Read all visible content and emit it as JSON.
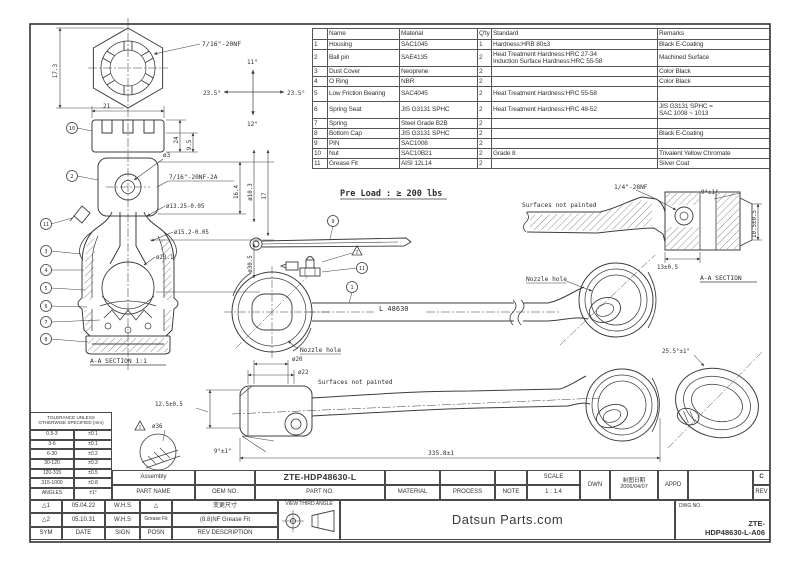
{
  "parts_table": {
    "headers": {
      "no": "",
      "name": "Name",
      "material": "Material",
      "qty": "Q'ty",
      "standard": "Standard",
      "remarks": "Remarks"
    },
    "rows": [
      {
        "no": "1",
        "name": "Housing",
        "material": "SAC1045",
        "qty": "1",
        "standard": "Hardness:HRB 80±3",
        "remarks": "Black E-Coating"
      },
      {
        "no": "2",
        "name": "Ball pin",
        "material": "SAE4135",
        "qty": "2",
        "standard": "Heat Treatment Hardness:HRC 27-34\nInduction Surface Hardness:HRC 55-58",
        "remarks": "Machined Surface"
      },
      {
        "no": "3",
        "name": "Dust Cover",
        "material": "Neoprene",
        "qty": "2",
        "standard": "",
        "remarks": "Color Black"
      },
      {
        "no": "4",
        "name": "O Ring",
        "material": "NBR",
        "qty": "2",
        "standard": "",
        "remarks": "Color Black"
      },
      {
        "no": "5",
        "name": "Low Friction Bearing",
        "material": "SAC4045",
        "qty": "2",
        "standard": "Heat Treatment Hardness:HRC 55-58",
        "remarks": ""
      },
      {
        "no": "6",
        "name": "Spring Seat",
        "material": "JIS G3131 SPHC",
        "qty": "2",
        "standard": "Heat Treatment Hardness:HRC 48-52",
        "remarks": "JIS G3131 SPHC =\nSAC 1008 ~ 1013"
      },
      {
        "no": "7",
        "name": "Spring",
        "material": "Steel Grade B2B",
        "qty": "2",
        "standard": "",
        "remarks": ""
      },
      {
        "no": "8",
        "name": "Bottom Cap",
        "material": "JIS G3131 SPHC",
        "qty": "2",
        "standard": "",
        "remarks": "Black E-Coating"
      },
      {
        "no": "9",
        "name": "PIN",
        "material": "SAC1008",
        "qty": "2",
        "standard": "",
        "remarks": ""
      },
      {
        "no": "10",
        "name": "Nut",
        "material": "SAC10B21",
        "qty": "2",
        "standard": "Grade 8",
        "remarks": "Trivalent Yellow Chromate"
      },
      {
        "no": "11",
        "name": "Grease Fit",
        "material": "AISI 12L14",
        "qty": "2",
        "standard": "",
        "remarks": "Silver Coat"
      }
    ]
  },
  "labels": {
    "preload": "Pre Load : ≥ 200 lbs",
    "thread_nut": "7/16\"-20NF",
    "thread_stud": "7/16\"-20NF-2A",
    "thread_grease": "1/4\"-28NF",
    "dim_17_3": "17.3",
    "dim_21": "21",
    "dim_24": "24",
    "dim_9_5": "9.5",
    "angle_23_5": "23.5°",
    "angle_11": "11°",
    "angle_12": "12°",
    "dim_phi3": "ø3",
    "dim_phi13_25": "ø13.25-0.05",
    "dim_phi15_2": "ø15.2-0.05",
    "dim_phi23_1": "ø23.1",
    "dim_16_4": "16.4",
    "dim_phi10_3": "ø10.3",
    "dim_17": "17",
    "dim_phi30_5": "ø30.5",
    "section_11": "A-A SECTION 1:1",
    "l_value": "L 48630",
    "nozzle_hole": "Nozzle hole",
    "surfaces_not_painted": "Surfaces not painted",
    "aa_section": "A-A SECTION",
    "angle_9": "9°±1°",
    "dim_10_5": "10.5±0.5",
    "dim_13": "13±0.5",
    "dim_phi20": "ø20",
    "dim_phi22": "ø22",
    "dim_12_5": "12.5±0.5",
    "dim_phi36": "ø36",
    "dim_335_8": "335.8±1",
    "angle_25_5": "25.5°±1°",
    "tri2": "2"
  },
  "balloons": {
    "b1": "1",
    "b2": "2",
    "b3": "3",
    "b4": "4",
    "b5": "5",
    "b6": "6",
    "b7": "7",
    "b8": "8",
    "b9": "9",
    "b10": "10",
    "b11": "11"
  },
  "tolerance_table": {
    "title1": "TOLERANCE UNLESS",
    "title2": "OTHERWISE SPECIFIED (mm)",
    "rows": [
      [
        "0.5-3",
        "±0.1"
      ],
      [
        "3-6",
        "±0.1"
      ],
      [
        "6-30",
        "±0.2"
      ],
      [
        "30-120",
        "±0.3"
      ],
      [
        "120-315",
        "±0.5"
      ],
      [
        "315-1000",
        "±0.8"
      ]
    ],
    "angles_label": "ANGLES",
    "angles_value": "±1°"
  },
  "title_block": {
    "assembly": "Assembly",
    "part_name_label": "PART NAME",
    "oem_no_label": "OEM NO.",
    "part_no": "ZTE-HDP48630-L",
    "part_no_label": "PART NO.",
    "material_label": "MATERIAL",
    "process_label": "PROCESS",
    "note_label": "NOTE",
    "scale_label": "SCALE",
    "scale_value": "1 : 1.4",
    "dwn_label": "DWN",
    "date_cjk": "制图日期",
    "date_value": "2006/04/07",
    "appd_label": "APPD",
    "rev_corner": "C",
    "rev_label": "REV",
    "company": "Datsun Parts.com",
    "dwg_no_label": "DWG NO.",
    "dwg_no_line1": "ZTE-",
    "dwg_no_line2": "HDP48630-L-A06"
  },
  "revision_table": {
    "rows": [
      {
        "sym": "△1",
        "date": "05.04.22",
        "sign": "W.H.S",
        "posn": "△",
        "desc": "变更尺寸"
      },
      {
        "sym": "△2",
        "date": "05.10.31",
        "sign": "W.H.S",
        "posn": "Grease Fit",
        "desc": "(8.8)NF Grease Fit"
      }
    ],
    "headers": {
      "sym": "SYM",
      "date": "DATE",
      "sign": "SIGN",
      "posn": "POSN",
      "desc": "REV DESCRIPTION"
    }
  },
  "projection": {
    "label": "VIEW THIRD ANGLE"
  }
}
